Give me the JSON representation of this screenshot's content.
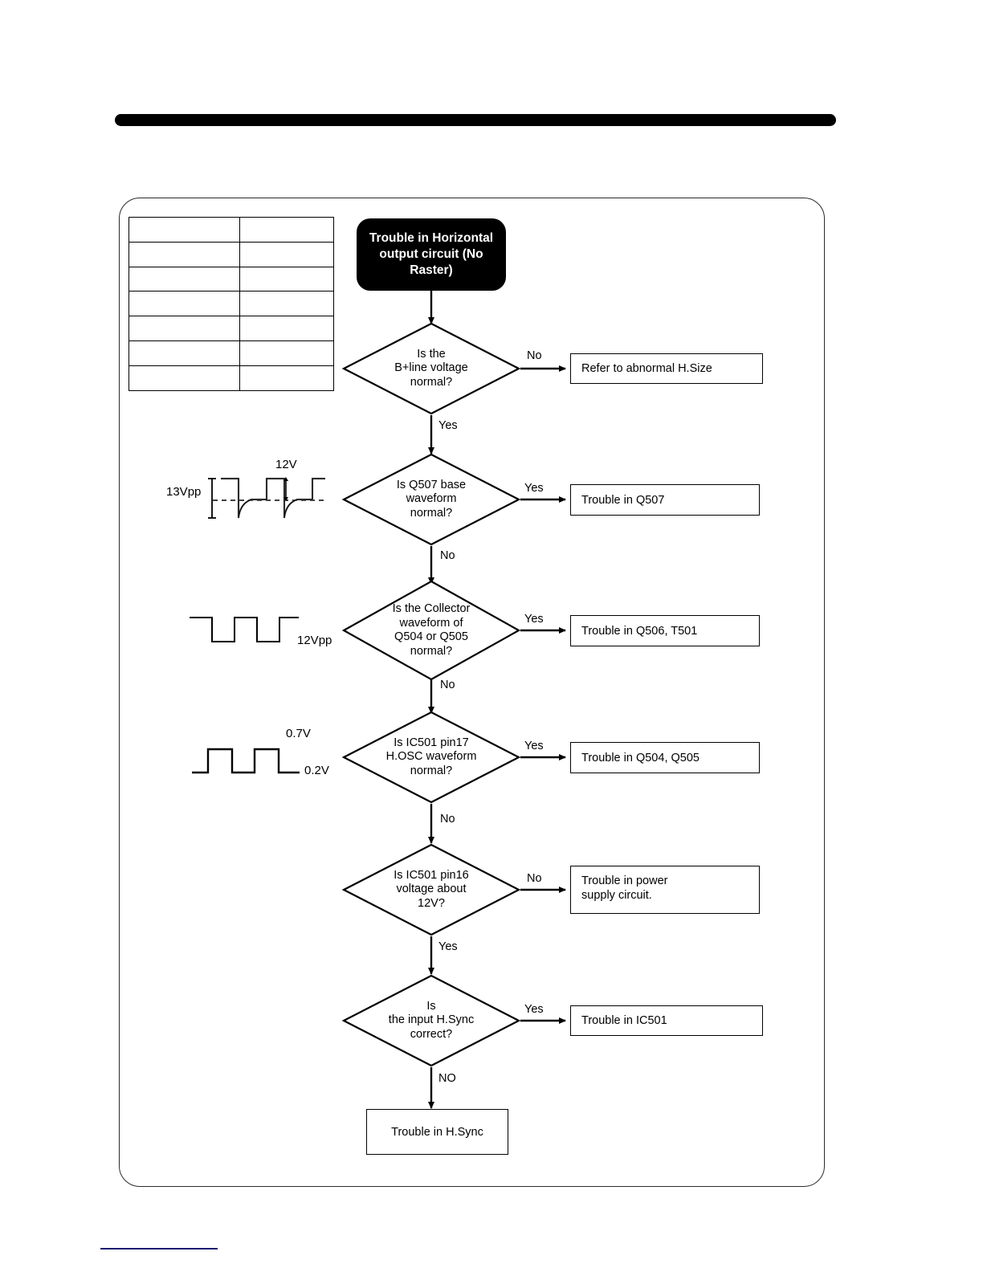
{
  "page": {
    "title_block": "Trouble in Horizontal\noutput circuit\n(No Raster)",
    "spec_table": {
      "rows": 7,
      "cols": 2,
      "cells": [
        [
          "",
          ""
        ],
        [
          "",
          ""
        ],
        [
          "",
          ""
        ],
        [
          "",
          ""
        ],
        [
          "",
          ""
        ],
        [
          "",
          ""
        ],
        [
          "",
          ""
        ]
      ]
    },
    "accent_color": "#000000",
    "rule_color": "#191970"
  },
  "flowchart": {
    "type": "troubleshooting-flowchart",
    "start": "Trouble in Horizontal\noutput circuit\n(No Raster)",
    "decisions": [
      {
        "id": "d1",
        "text": "Is the\nB+line voltage\nnormal?",
        "branch_side_label": "No",
        "branch_down_label": "Yes",
        "side_target": "Refer to abnormal H.Size"
      },
      {
        "id": "d2",
        "text": "Is Q507 base\nwaveform\nnormal?",
        "branch_side_label": "Yes",
        "branch_down_label": "No",
        "side_target": "Trouble in Q507"
      },
      {
        "id": "d3",
        "text": "Is the Collector\nwaveform of\nQ504 or Q505\nnormal?",
        "branch_side_label": "Yes",
        "branch_down_label": "No",
        "side_target": "Trouble in Q506, T501"
      },
      {
        "id": "d4",
        "text": "Is IC501 pin17\nH.OSC waveform\nnormal?",
        "branch_side_label": "Yes",
        "branch_down_label": "No",
        "side_target": "Trouble in Q504, Q505"
      },
      {
        "id": "d5",
        "text": "Is IC501 pin16\nvoltage about\n12V?",
        "branch_side_label": "No",
        "branch_down_label": "Yes",
        "side_target": "Trouble in power\nsupply circuit."
      },
      {
        "id": "d6",
        "text": "Is\nthe input H.Sync\ncorrect?",
        "branch_side_label": "Yes",
        "branch_down_label": "NO",
        "side_target": "Trouble in IC501"
      }
    ],
    "results": [
      "Refer to abnormal H.Size",
      "Trouble in Q507",
      "Trouble in Q506, T501",
      "Trouble in Q504, Q505",
      "Trouble in power\nsupply circuit.",
      "Trouble in IC501"
    ],
    "terminal": "Trouble in H.Sync"
  },
  "waveforms": [
    {
      "id": "wf1",
      "for_decision": "d2",
      "shape": "pulse-with-undershoot",
      "labels": {
        "amplitude": "13Vpp",
        "level": "12V"
      }
    },
    {
      "id": "wf2",
      "for_decision": "d3",
      "shape": "square-wave",
      "labels": {
        "amplitude": "12Vpp"
      }
    },
    {
      "id": "wf3",
      "for_decision": "d4",
      "shape": "square-wave",
      "labels": {
        "high": "0.7V",
        "low": "0.2V"
      }
    }
  ]
}
